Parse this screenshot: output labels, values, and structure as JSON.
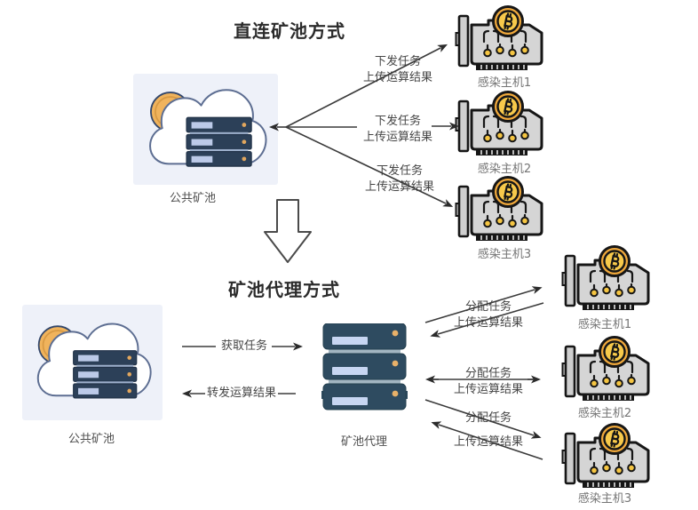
{
  "diagram_title": "mining pool connection topology",
  "sections": {
    "direct": {
      "title": "直连矿池方式",
      "pool_label": "公共矿池",
      "links": [
        {
          "line1": "下发任务",
          "line2": "上传运算结果"
        },
        {
          "line1": "下发任务",
          "line2": "上传运算结果"
        },
        {
          "line1": "下发任务",
          "line2": "上传运算结果"
        }
      ],
      "hosts": [
        "感染主机1",
        "感染主机2",
        "感染主机3"
      ]
    },
    "proxy": {
      "title": "矿池代理方式",
      "pool_label": "公共矿池",
      "agent_label": "矿池代理",
      "pool_links": [
        "获取任务",
        "转发运算结果"
      ],
      "links": [
        {
          "line1": "分配任务",
          "line2": "上传运算结果"
        },
        {
          "line1": "分配任务",
          "line2": "上传运算结果"
        },
        {
          "line1": "分配任务",
          "line2": "上传运算结果"
        }
      ],
      "hosts": [
        "感染主机1",
        "感染主机2",
        "感染主机3"
      ]
    }
  },
  "icons": {
    "pool": "cloud-server-bitcoin-icon",
    "host": "gpu-bitcoin-icon",
    "agent": "server-stack-icon",
    "transition": "down-arrow-icon"
  },
  "colors": {
    "tile_bg": "#eef1f9",
    "cloud_outline": "#5d6e92",
    "server_navy": "#2c4058",
    "proxy_teal": "#2e4b60",
    "slot_blue": "#c7d6f2",
    "dot_orange": "#e8b169",
    "coin_gold": "#f0a93c",
    "coin_inner": "#f7c94b",
    "gpu_gray": "#d5d5d5",
    "line_dark": "#3b3b3b"
  }
}
